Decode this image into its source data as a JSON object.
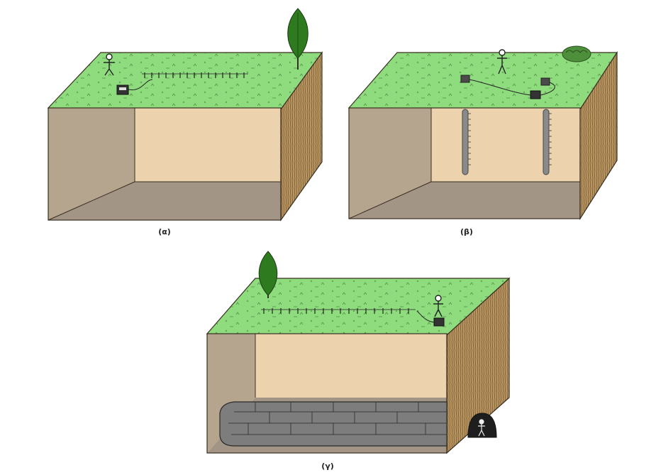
{
  "panels": [
    {
      "id": "a",
      "label": "(α)"
    },
    {
      "id": "b",
      "label": "(β)"
    },
    {
      "id": "c",
      "label": "(γ)"
    }
  ],
  "colors": {
    "grass": "#8fdc7f",
    "grass_edge": "#4a7a3a",
    "soil_front": "#ecd3ad",
    "soil_left": "#b5a48e",
    "soil_floor": "#a39585",
    "soil_side": "#b9955f",
    "outline": "#3a2e22",
    "tree": "#2e7a1f",
    "stone": "#7d7d7d"
  },
  "icons": [
    "person-icon",
    "resistivity-meter-icon",
    "electrode-icon",
    "tree-icon",
    "bush-icon",
    "borehole-icon",
    "tunnel-icon"
  ]
}
